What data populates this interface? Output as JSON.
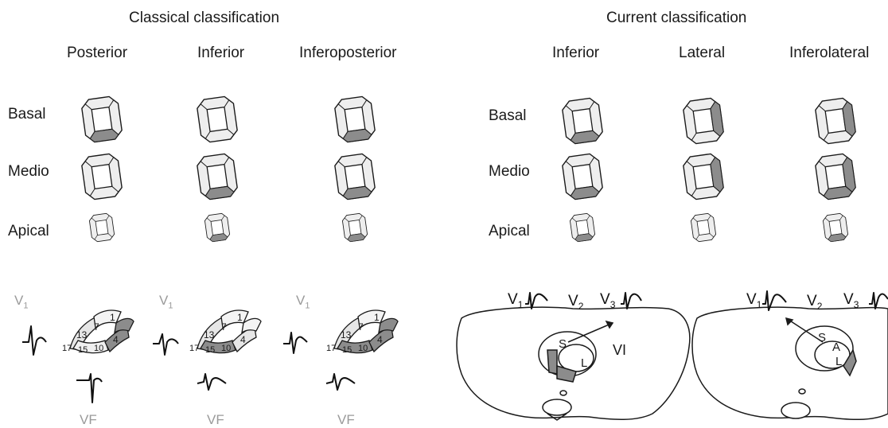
{
  "classical": {
    "title": "Classical classification",
    "columns": [
      "Posterior",
      "Inferior",
      "Inferoposterior"
    ],
    "lead_labels": {
      "v1": "V",
      "v1_sub": "1",
      "vf": "VF"
    },
    "segment_numbers": [
      "1",
      "7",
      "13",
      "17",
      "15",
      "10",
      "4"
    ]
  },
  "current": {
    "title": "Current classification",
    "columns": [
      "Inferior",
      "Lateral",
      "Inferolateral"
    ],
    "leads": [
      {
        "name": "V",
        "sub": "1"
      },
      {
        "name": "V",
        "sub": "2"
      },
      {
        "name": "V",
        "sub": "3"
      }
    ],
    "wall_letters": [
      "S",
      "L",
      "S",
      "A",
      "L"
    ],
    "vector_label": "VI"
  },
  "rows": [
    "Basal",
    "Medio",
    "Apical"
  ],
  "colors": {
    "ink": "#1a1a1a",
    "shade": "#8c8c8c",
    "light": "#dcdcdc",
    "lead_grey": "#9a9a9a"
  }
}
